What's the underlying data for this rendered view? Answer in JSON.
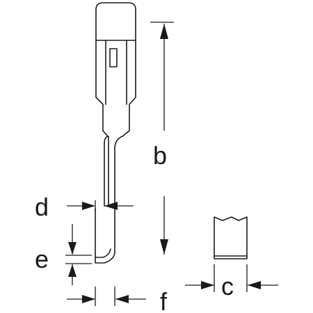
{
  "labels": {
    "b": "b",
    "c": "c",
    "d": "d",
    "e": "e",
    "f": "f"
  },
  "colors": {
    "line": "#1a1a1a",
    "background": "#ffffff"
  }
}
